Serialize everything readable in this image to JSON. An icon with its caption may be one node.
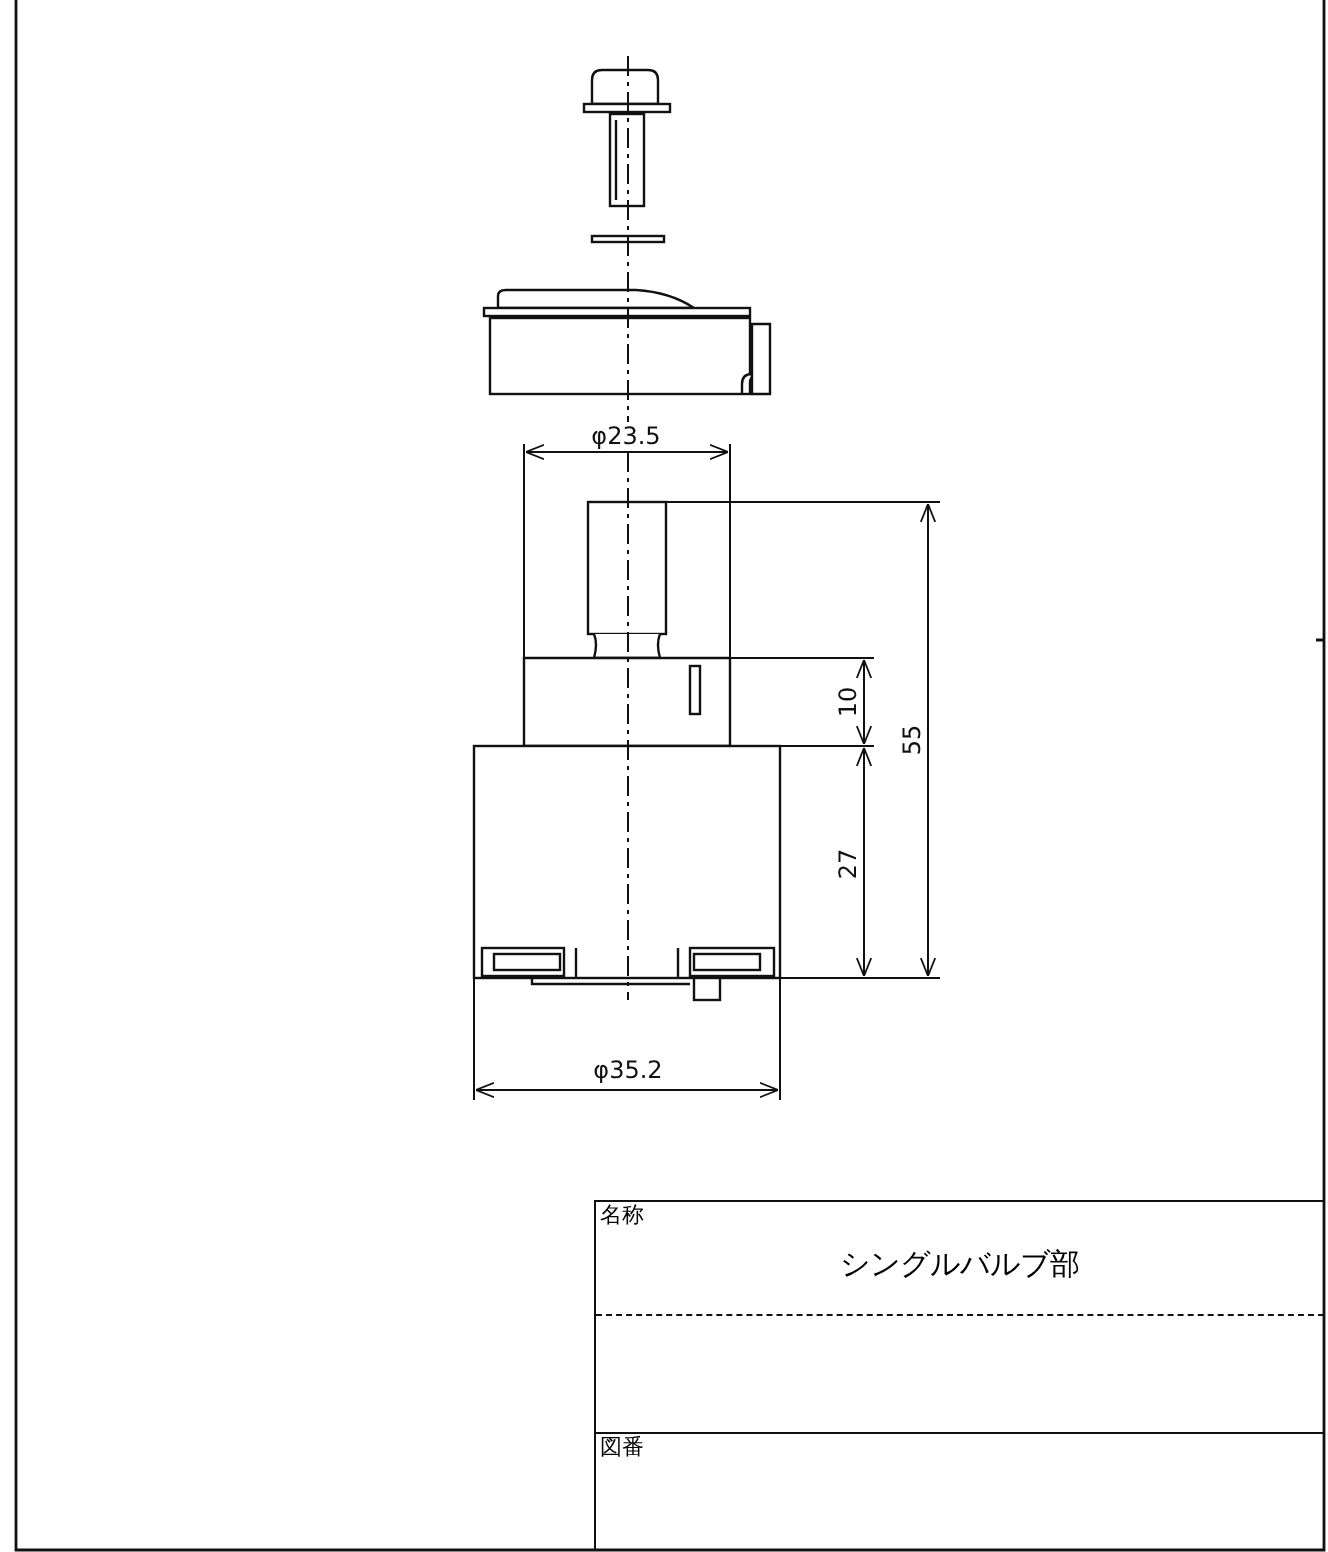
{
  "diagram": {
    "labels": [
      "φ23.5",
      "10",
      "55",
      "27",
      "φ35.2",
      "名称",
      "シングルバルブ部",
      "図番"
    ]
  }
}
